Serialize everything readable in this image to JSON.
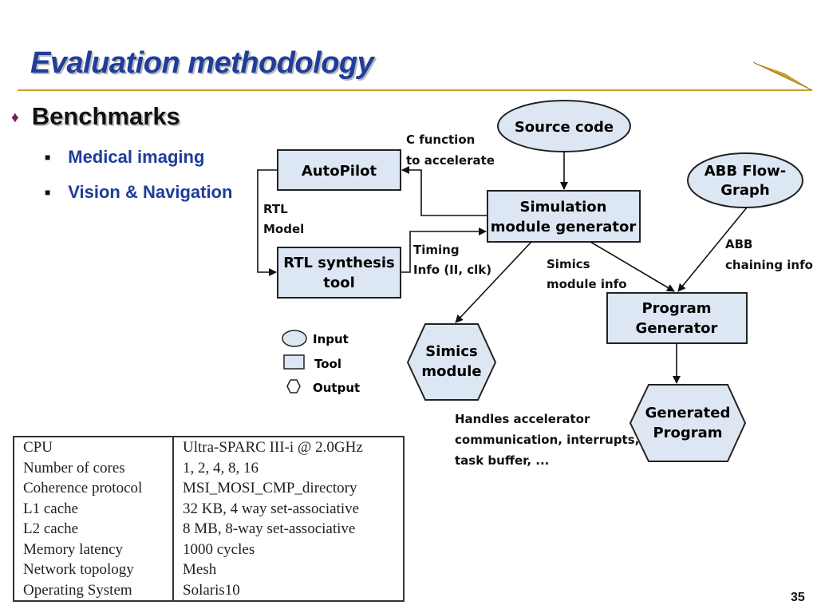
{
  "slide": {
    "title": "Evaluation methodology",
    "page_number": "35",
    "colors": {
      "title": "#1f3d9a",
      "rule": "#c9a227",
      "box_fill": "#dde6f3",
      "bullet_diamond": "#7a1a63"
    }
  },
  "bullets": {
    "main": "Benchmarks",
    "subs": [
      "Medical imaging",
      "Vision & Navigation"
    ]
  },
  "diagram": {
    "source_code": "Source code",
    "autopilot": "AutoPilot",
    "sim_gen_l1": "Simulation",
    "sim_gen_l2": "module generator",
    "rtl_tool_l1": "RTL synthesis",
    "rtl_tool_l2": "tool",
    "abb_l1": "ABB Flow-",
    "abb_l2": "Graph",
    "prog_gen_l1": "Program",
    "prog_gen_l2": "Generator",
    "simics_l1": "Simics",
    "simics_l2": "module",
    "generated_l1": "Generated",
    "generated_l2": "Program",
    "lbl_cfunc_l1": "C function",
    "lbl_cfunc_l2": "to accelerate",
    "lbl_rtl_l1": "RTL",
    "lbl_rtl_l2": "Model",
    "lbl_timing_l1": "Timing",
    "lbl_timing_l2": "Info (II, clk)",
    "lbl_simics_info_l1": "Simics",
    "lbl_simics_info_l2": "module info",
    "lbl_abb_info_l1": "ABB",
    "lbl_abb_info_l2": "chaining info",
    "legend_input": "Input",
    "legend_tool": "Tool",
    "legend_output": "Output"
  },
  "note": "Handles accelerator communication, interrupts, task buffer, ...",
  "spec_table": [
    [
      "CPU",
      "Ultra-SPARC III-i @ 2.0GHz"
    ],
    [
      "Number of cores",
      "1, 2, 4, 8, 16"
    ],
    [
      "Coherence protocol",
      "MSI_MOSI_CMP_directory"
    ],
    [
      "L1 cache",
      "32 KB, 4 way set-associative"
    ],
    [
      "L2 cache",
      "8 MB, 8-way set-associative"
    ],
    [
      "Memory latency",
      "1000 cycles"
    ],
    [
      "Network topology",
      "Mesh"
    ],
    [
      "Operating System",
      "Solaris10"
    ]
  ]
}
